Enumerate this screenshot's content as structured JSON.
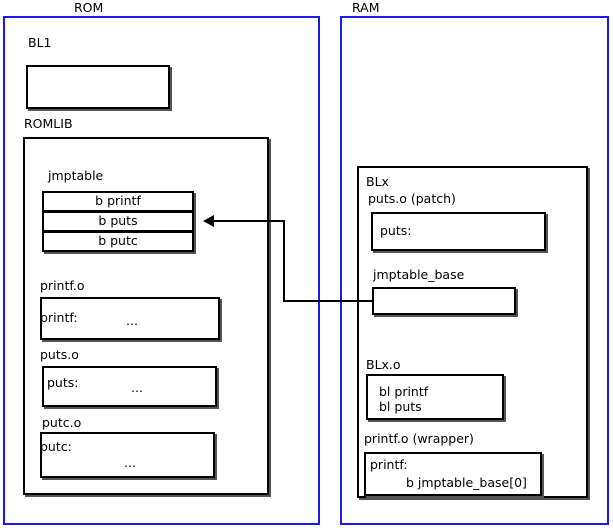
{
  "diagram": {
    "regions": [
      {
        "id": "rom",
        "label": "ROM"
      },
      {
        "id": "ram",
        "label": "RAM"
      }
    ],
    "rom": {
      "bl1": {
        "label": "BL1"
      },
      "romlib": {
        "label": "ROMLIB",
        "jmptable": {
          "label": "jmptable",
          "entries": [
            {
              "text": "b printf"
            },
            {
              "text": "b puts"
            },
            {
              "text": "b putc"
            }
          ]
        },
        "objects": [
          {
            "label": "printf.o",
            "symbol": "printf:",
            "body": "..."
          },
          {
            "label": "puts.o",
            "symbol": "puts:",
            "body": "..."
          },
          {
            "label": "putc.o",
            "symbol": "putc:",
            "body": "..."
          }
        ]
      }
    },
    "ram": {
      "blx": {
        "label": "BLx",
        "patch": {
          "label": "puts.o (patch)",
          "symbol": "puts:"
        },
        "jmptable_base": {
          "label": "jmptable_base"
        },
        "blx_o": {
          "label": "BLx.o",
          "line1": "bl printf",
          "line2": "bl puts"
        },
        "printf_wrapper": {
          "label": "printf.o (wrapper)",
          "symbol": "printf:",
          "instruction": "b jmptable_base[0]"
        }
      }
    },
    "connector": {
      "name": "jmptable-base-to-b-puts-arrow",
      "from": "jmptable_base",
      "to": "b puts"
    },
    "colors": {
      "region_border": "#1a1aee",
      "box_border": "#000000",
      "background": "#ffffff"
    }
  }
}
